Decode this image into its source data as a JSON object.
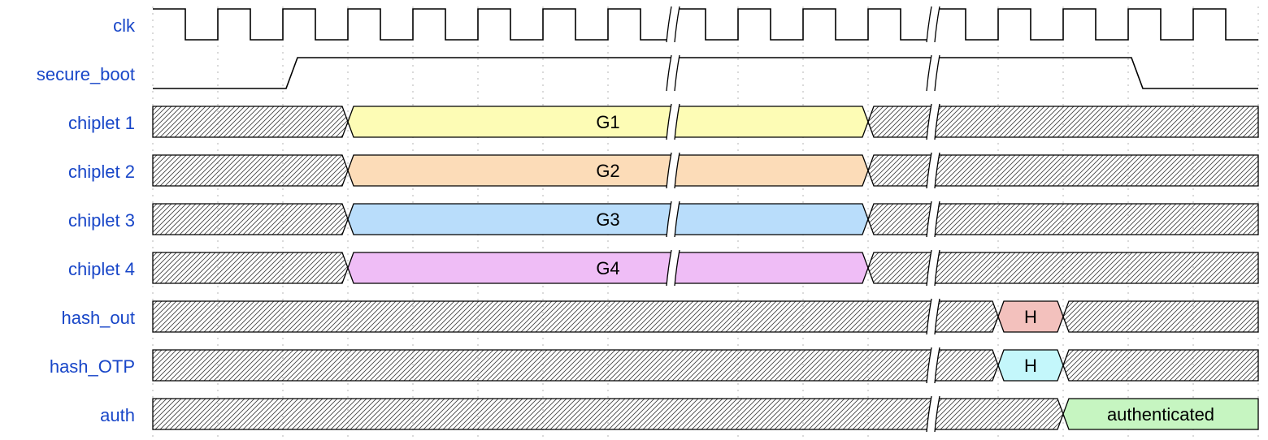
{
  "diagram": {
    "signals": [
      {
        "id": "clk",
        "label": "clk",
        "kind": "clock"
      },
      {
        "id": "secure_boot",
        "label": "secure_boot",
        "kind": "bit"
      },
      {
        "id": "chiplet1",
        "label": "chiplet 1",
        "kind": "bus",
        "segments": [
          {
            "from": 0,
            "to": 3,
            "type": "x"
          },
          {
            "from": 3,
            "to": 11,
            "type": "data",
            "text": "G1",
            "color": "#fdfcb5"
          },
          {
            "from": 11,
            "to": 17,
            "type": "x"
          }
        ]
      },
      {
        "id": "chiplet2",
        "label": "chiplet 2",
        "kind": "bus",
        "segments": [
          {
            "from": 0,
            "to": 3,
            "type": "x"
          },
          {
            "from": 3,
            "to": 11,
            "type": "data",
            "text": "G2",
            "color": "#fcdcb8"
          },
          {
            "from": 11,
            "to": 17,
            "type": "x"
          }
        ]
      },
      {
        "id": "chiplet3",
        "label": "chiplet 3",
        "kind": "bus",
        "segments": [
          {
            "from": 0,
            "to": 3,
            "type": "x"
          },
          {
            "from": 3,
            "to": 11,
            "type": "data",
            "text": "G3",
            "color": "#b9ddfb"
          },
          {
            "from": 11,
            "to": 17,
            "type": "x"
          }
        ]
      },
      {
        "id": "chiplet4",
        "label": "chiplet 4",
        "kind": "bus",
        "segments": [
          {
            "from": 0,
            "to": 3,
            "type": "x"
          },
          {
            "from": 3,
            "to": 11,
            "type": "data",
            "text": "G4",
            "color": "#efbdf6"
          },
          {
            "from": 11,
            "to": 17,
            "type": "x"
          }
        ]
      },
      {
        "id": "hash_out",
        "label": "hash_out",
        "kind": "bus",
        "segments": [
          {
            "from": 0,
            "to": 13,
            "type": "x"
          },
          {
            "from": 13,
            "to": 14,
            "type": "data",
            "text": "H",
            "color": "#f3c1bd"
          },
          {
            "from": 14,
            "to": 17,
            "type": "x"
          }
        ]
      },
      {
        "id": "hash_OTP",
        "label": "hash_OTP",
        "kind": "bus",
        "segments": [
          {
            "from": 0,
            "to": 13,
            "type": "x"
          },
          {
            "from": 13,
            "to": 14,
            "type": "data",
            "text": "H",
            "color": "#c4f7fb"
          },
          {
            "from": 14,
            "to": 17,
            "type": "x"
          }
        ]
      },
      {
        "id": "auth",
        "label": "auth",
        "kind": "bus",
        "segments": [
          {
            "from": 0,
            "to": 14,
            "type": "x"
          },
          {
            "from": 14,
            "to": 17,
            "type": "data",
            "text": "authenticated",
            "color": "#c6f5c1"
          }
        ]
      }
    ],
    "cycles": 17,
    "secure_boot_high": [
      2,
      15
    ],
    "clock_gaps": [
      8,
      12
    ],
    "colors": {
      "label": "#1846c8",
      "line": "#000000",
      "grid": "#b4b4b4"
    }
  }
}
